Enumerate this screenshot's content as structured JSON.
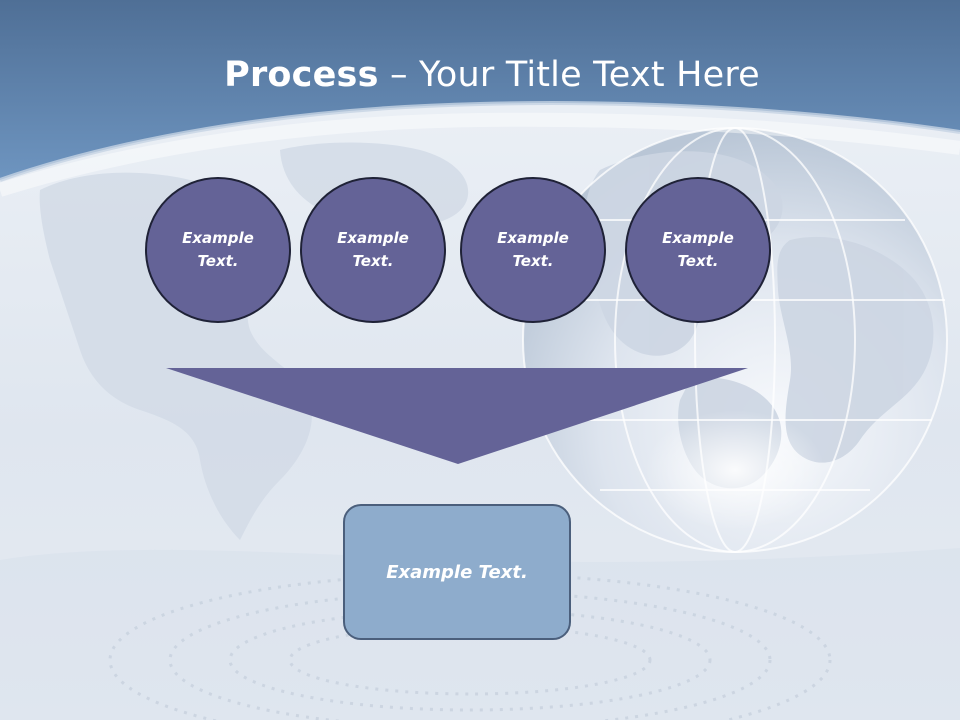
{
  "title": {
    "bold": "Process",
    "rest": " – Your Title Text Here"
  },
  "steps": [
    {
      "label": "Example Text."
    },
    {
      "label": "Example Text."
    },
    {
      "label": "Example Text."
    },
    {
      "label": "Example Text."
    }
  ],
  "result": {
    "label": "Example Text."
  },
  "colors": {
    "header_blue": "#6389b6",
    "circle_fill": "#646397",
    "funnel_fill": "#646397",
    "result_fill": "#8eaccc",
    "outline": "#1f2237"
  }
}
